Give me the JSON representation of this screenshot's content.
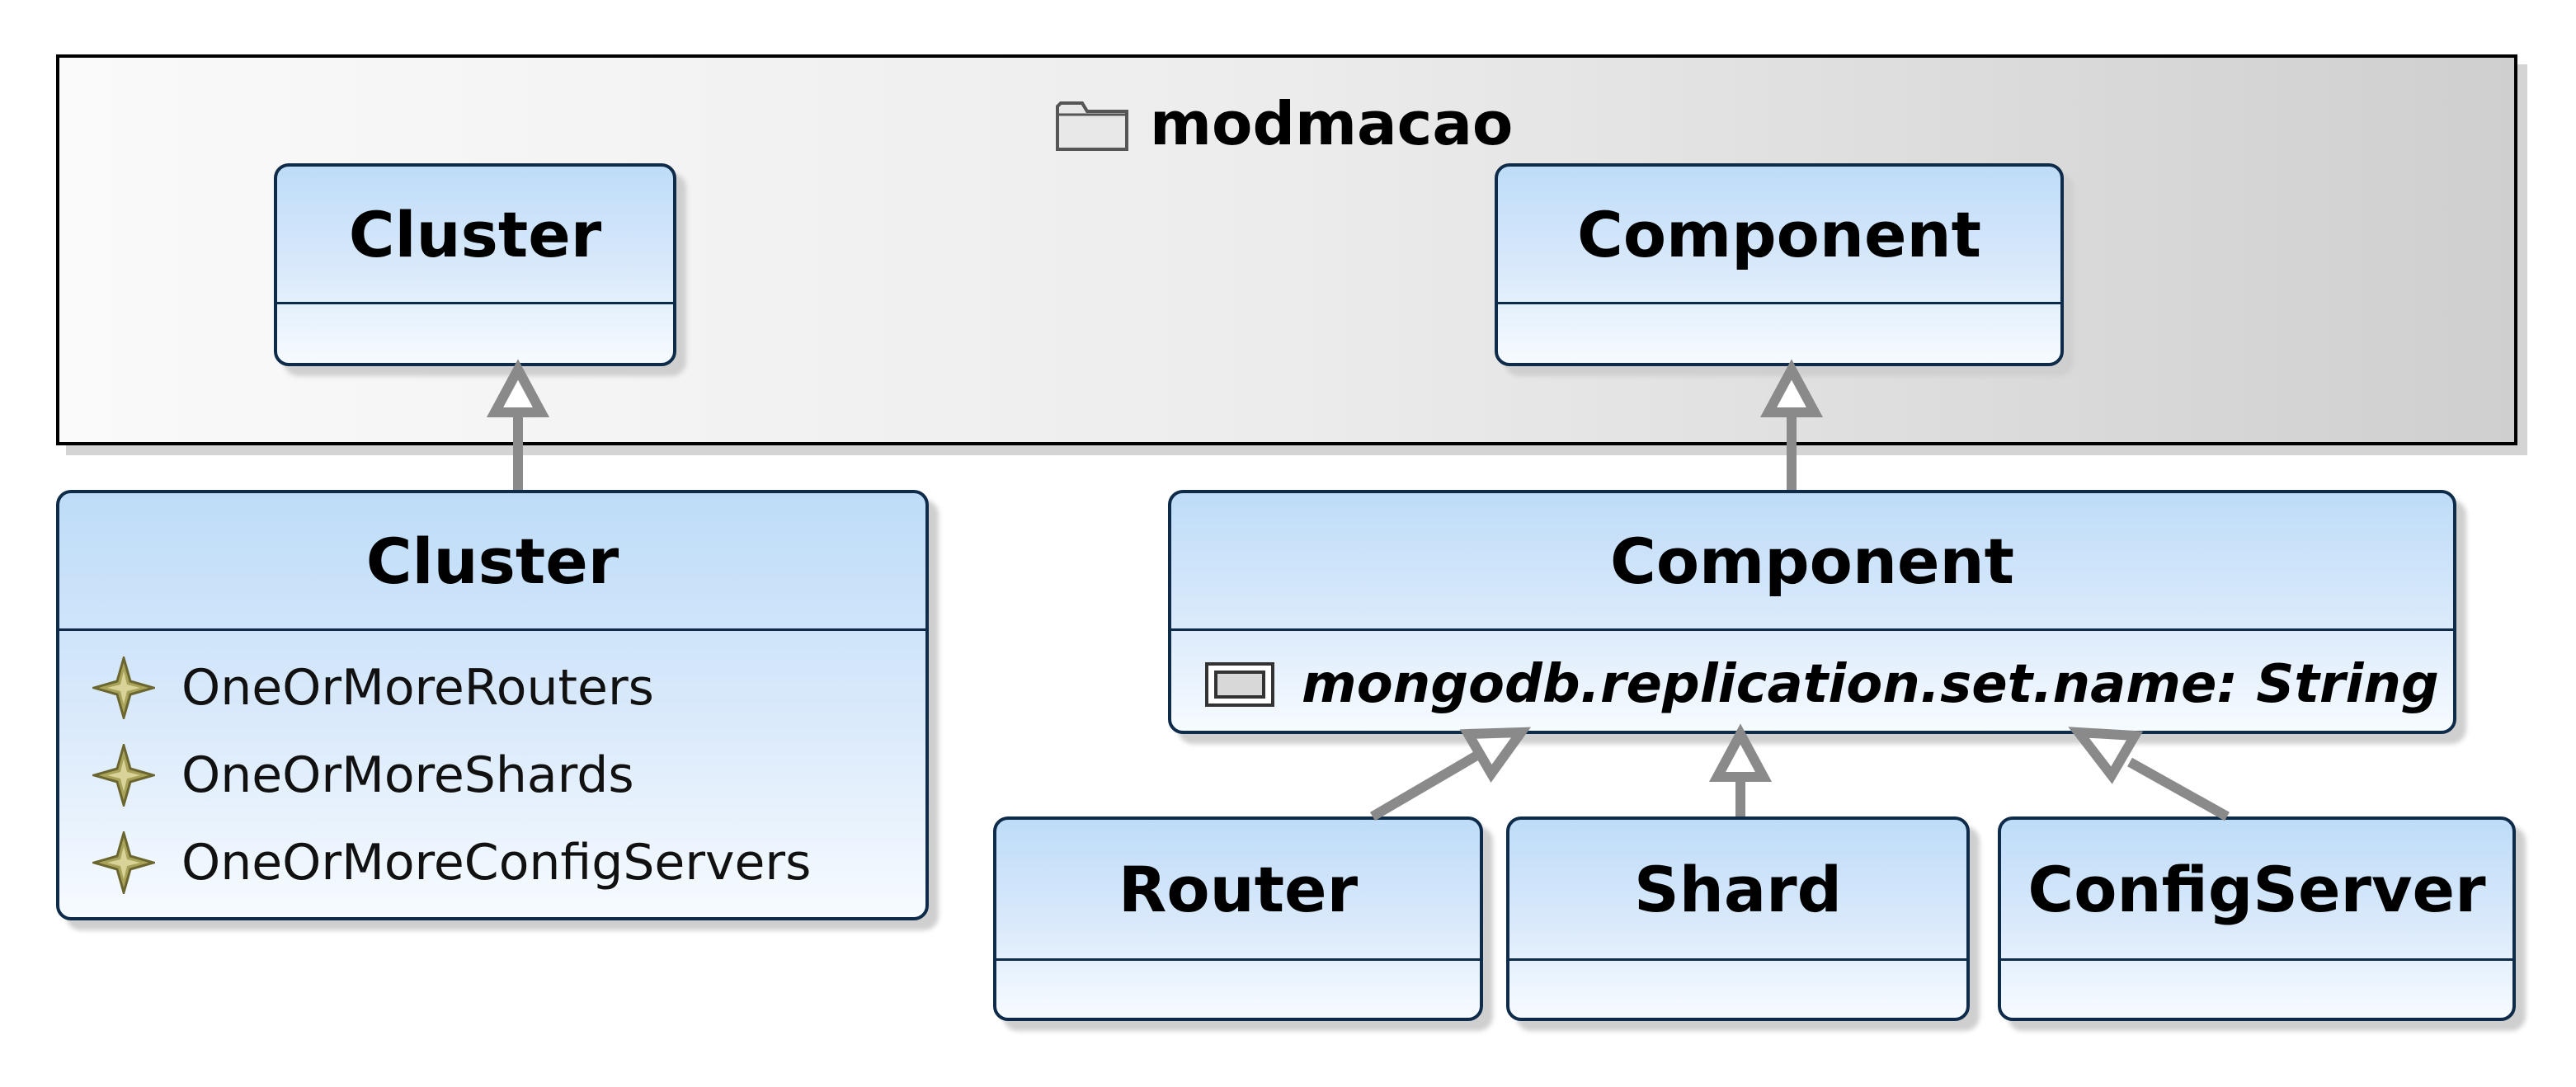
{
  "package": {
    "name": "modmacao",
    "icon": "folder-icon"
  },
  "classes": {
    "cluster_base": {
      "name": "Cluster"
    },
    "component_base": {
      "name": "Component"
    },
    "cluster": {
      "name": "Cluster",
      "attributes": [
        "OneOrMoreRouters",
        "OneOrMoreShards",
        "OneOrMoreConfigServers"
      ],
      "attribute_icon": "constraint-star-icon"
    },
    "component": {
      "name": "Component",
      "attributes": [
        "mongodb.replication.set.name: String"
      ],
      "attribute_icon": "attribute-field-icon"
    },
    "router": {
      "name": "Router"
    },
    "shard": {
      "name": "Shard"
    },
    "configserver": {
      "name": "ConfigServer"
    }
  },
  "relations": [
    {
      "type": "generalization",
      "from": "cluster",
      "to": "cluster_base"
    },
    {
      "type": "generalization",
      "from": "component",
      "to": "component_base"
    },
    {
      "type": "generalization",
      "from": "router",
      "to": "component"
    },
    {
      "type": "generalization",
      "from": "shard",
      "to": "component"
    },
    {
      "type": "generalization",
      "from": "configserver",
      "to": "component"
    }
  ],
  "colors": {
    "class_border": "#0f2b4a",
    "class_fill_top": "#bedcf8",
    "class_fill_bottom": "#f6fbff",
    "edge": "#8a8a8a",
    "constraint_icon": "#a9a35a"
  }
}
